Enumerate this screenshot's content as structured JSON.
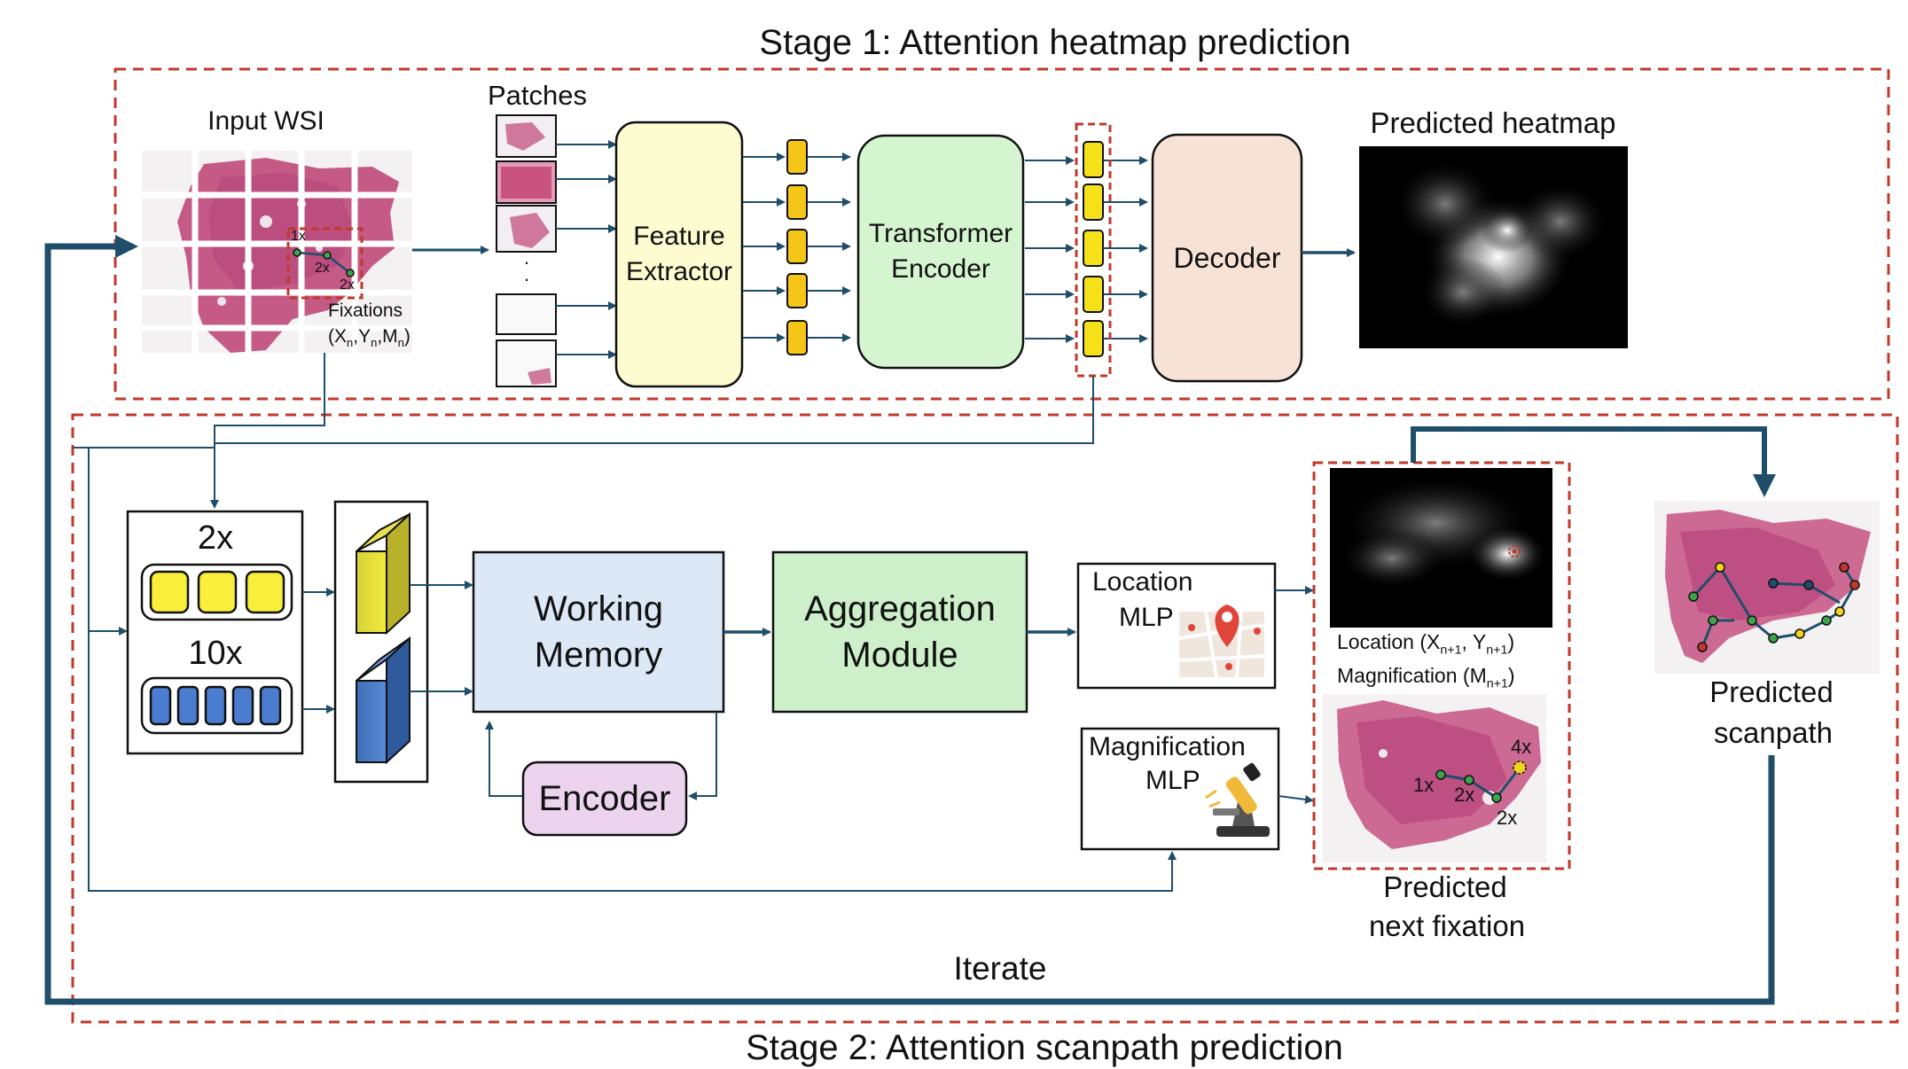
{
  "stage1": {
    "title": "Stage 1: Attention heatmap prediction",
    "input_wsi": "Input WSI",
    "fix_1x": "1x",
    "fix_2x_a": "2x",
    "fix_2x_b": "2x",
    "fixations_label": "Fixations",
    "fixations_coords": "(Xn,Yn,Mn)",
    "patches": "Patches",
    "feature_extractor_l1": "Feature",
    "feature_extractor_l2": "Extractor",
    "transformer_l1": "Transformer",
    "transformer_l2": "Encoder",
    "decoder": "Decoder",
    "predicted_heatmap": "Predicted heatmap"
  },
  "stage2": {
    "title": "Stage 2: Attention scanpath prediction",
    "mag_2x": "2x",
    "mag_10x": "10x",
    "working_memory_l1": "Working",
    "working_memory_l2": "Memory",
    "aggregation_l1": "Aggregation",
    "aggregation_l2": "Module",
    "encoder": "Encoder",
    "location_mlp_l1": "Location",
    "location_mlp_l2": "MLP",
    "magnification_mlp_l1": "Magnification",
    "magnification_mlp_l2": "MLP",
    "location_out": "Location (Xn+1, Yn+1)",
    "magnification_out": "Magnification (Mn+1)",
    "next_1x": "1x",
    "next_2x_a": "2x",
    "next_2x_b": "2x",
    "next_4x": "4x",
    "predicted_next_l1": "Predicted",
    "predicted_next_l2": "next fixation",
    "predicted_scanpath_l1": "Predicted",
    "predicted_scanpath_l2": "scanpath",
    "iterate": "Iterate"
  },
  "colors": {
    "dashed_red": "#c0392b",
    "navy": "#1f4e6b",
    "feature_fill": "#fdfbd0",
    "transformer_fill": "#d5f5d0",
    "decoder_fill": "#f7e2d6",
    "working_fill": "#dde8f7",
    "aggregation_fill": "#cdefc9",
    "encoder_fill": "#ecd4ef",
    "token_yellow": "#f5c518",
    "yellow_block": "#f7ef3a",
    "blue_block": "#4a7ccf"
  }
}
